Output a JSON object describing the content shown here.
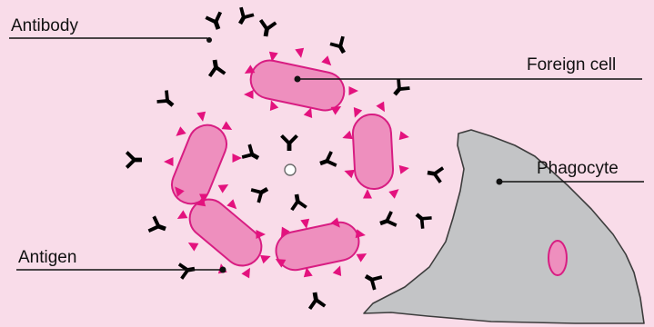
{
  "labels": {
    "antibody": "Antibody",
    "foreign_cell": "Foreign cell",
    "phagocyte": "Phagocyte",
    "antigen": "Antigen"
  },
  "colors": {
    "background": "#f9dce9",
    "cell_fill": "#ee8fbe",
    "cell_outline": "#d81d82",
    "antigen": "#e3127e",
    "antibody_fill": "#c9c9c9",
    "antibody_outline": "#6a6a6a",
    "phagocyte_fill": "#c3c4c6"
  }
}
